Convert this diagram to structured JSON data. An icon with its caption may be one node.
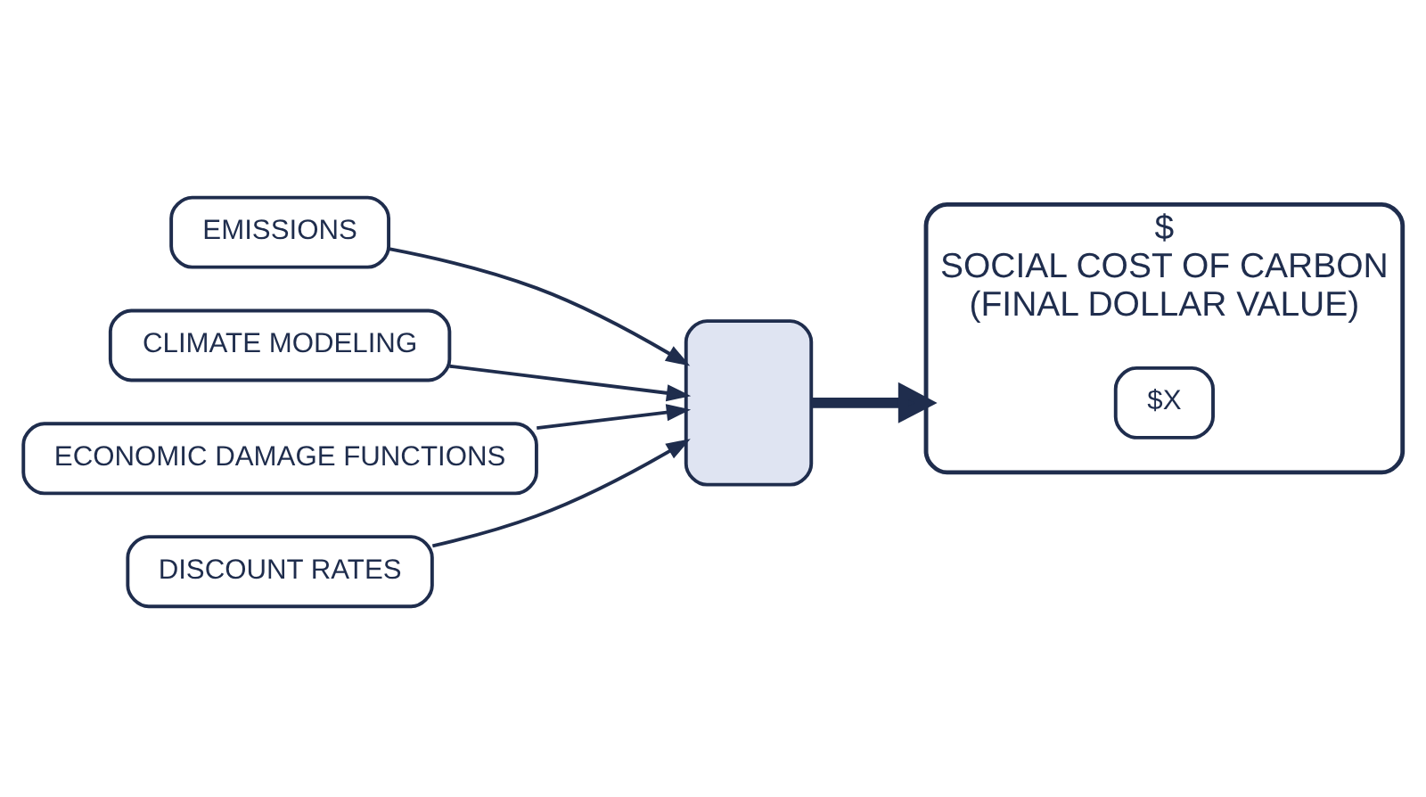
{
  "diagram": {
    "nodes": [
      {
        "text": [
          "EMISSIONS"
        ]
      },
      {
        "text": [
          "CLIMATE MODELING"
        ]
      },
      {
        "text": [
          "ECONOMIC DAMAGE FUNCTIONS"
        ]
      },
      {
        "text": [
          "DISCOUNT RATES"
        ]
      },
      {
        "text": [],
        "shape": "box"
      },
      {
        "text": [
          "$",
          "SOCIAL COST OF CARBON",
          "(FINAL DOLLAR VALUE)"
        ]
      },
      {
        "text": [
          "$X"
        ],
        "in": 5
      }
    ],
    "edges": [
      {
        "from": 0,
        "to": 4,
        "arrow": "to"
      },
      {
        "from": 1,
        "to": 4,
        "arrow": "to"
      },
      {
        "from": 2,
        "to": 4,
        "arrow": "to"
      },
      {
        "from": 3,
        "to": 4,
        "arrow": "to"
      },
      {
        "from": 4,
        "to": 5,
        "arrow": "to",
        "style": "thick"
      }
    ]
  }
}
